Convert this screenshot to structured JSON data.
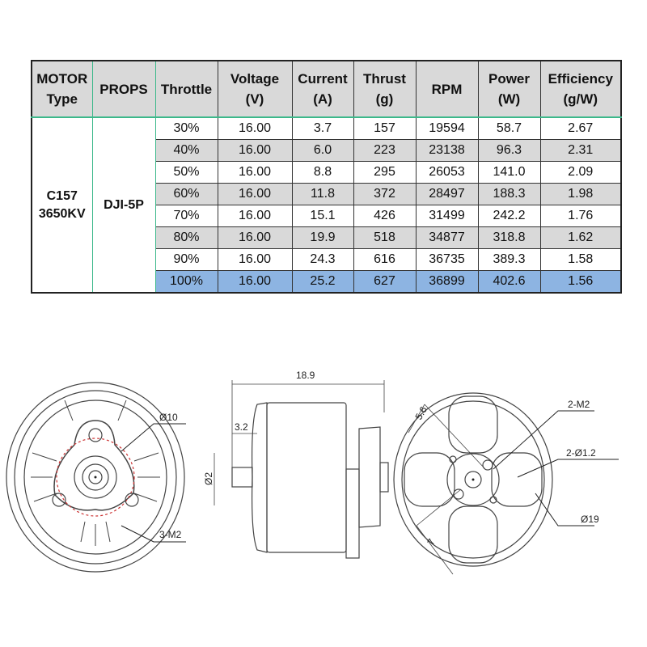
{
  "table": {
    "headers": [
      {
        "l1": "MOTOR",
        "l2": "Type"
      },
      {
        "l1": "PROPS",
        "l2": ""
      },
      {
        "l1": "Throttle",
        "l2": ""
      },
      {
        "l1": "Voltage",
        "l2": "(V)"
      },
      {
        "l1": "Current",
        "l2": "(A)"
      },
      {
        "l1": "Thrust",
        "l2": "(g)"
      },
      {
        "l1": "RPM",
        "l2": ""
      },
      {
        "l1": "Power",
        "l2": "(W)"
      },
      {
        "l1": "Efficiency",
        "l2": "(g/W)"
      }
    ],
    "motor": {
      "l1": "C157",
      "l2": "3650KV"
    },
    "props": "DJI-5P",
    "rows": [
      [
        "30%",
        "16.00",
        "3.7",
        "157",
        "19594",
        "58.7",
        "2.67"
      ],
      [
        "40%",
        "16.00",
        "6.0",
        "223",
        "23138",
        "96.3",
        "2.31"
      ],
      [
        "50%",
        "16.00",
        "8.8",
        "295",
        "26053",
        "141.0",
        "2.09"
      ],
      [
        "60%",
        "16.00",
        "11.8",
        "372",
        "28497",
        "188.3",
        "1.98"
      ],
      [
        "70%",
        "16.00",
        "15.1",
        "426",
        "31499",
        "242.2",
        "1.76"
      ],
      [
        "80%",
        "16.00",
        "19.9",
        "518",
        "34877",
        "318.8",
        "1.62"
      ],
      [
        "90%",
        "16.00",
        "24.3",
        "616",
        "36735",
        "389.3",
        "1.58"
      ],
      [
        "100%",
        "16.00",
        "25.2",
        "627",
        "36899",
        "402.6",
        "1.56"
      ]
    ]
  },
  "drawing": {
    "front": {
      "dia": "Ø10",
      "holes": "3-M2"
    },
    "side": {
      "length": "18.9",
      "shaft_len": "3.2",
      "shaft_dia": "Ø2"
    },
    "back": {
      "d1": "5.6",
      "d2": "7",
      "holes1": "2-M2",
      "holes2": "2-Ø1.2",
      "dia": "Ø19"
    }
  },
  "colors": {
    "header_bg": "#d9d9d9",
    "alt_row": "#d9d9d9",
    "highlight": "#8db4e2",
    "accent": "#3cb88a"
  }
}
